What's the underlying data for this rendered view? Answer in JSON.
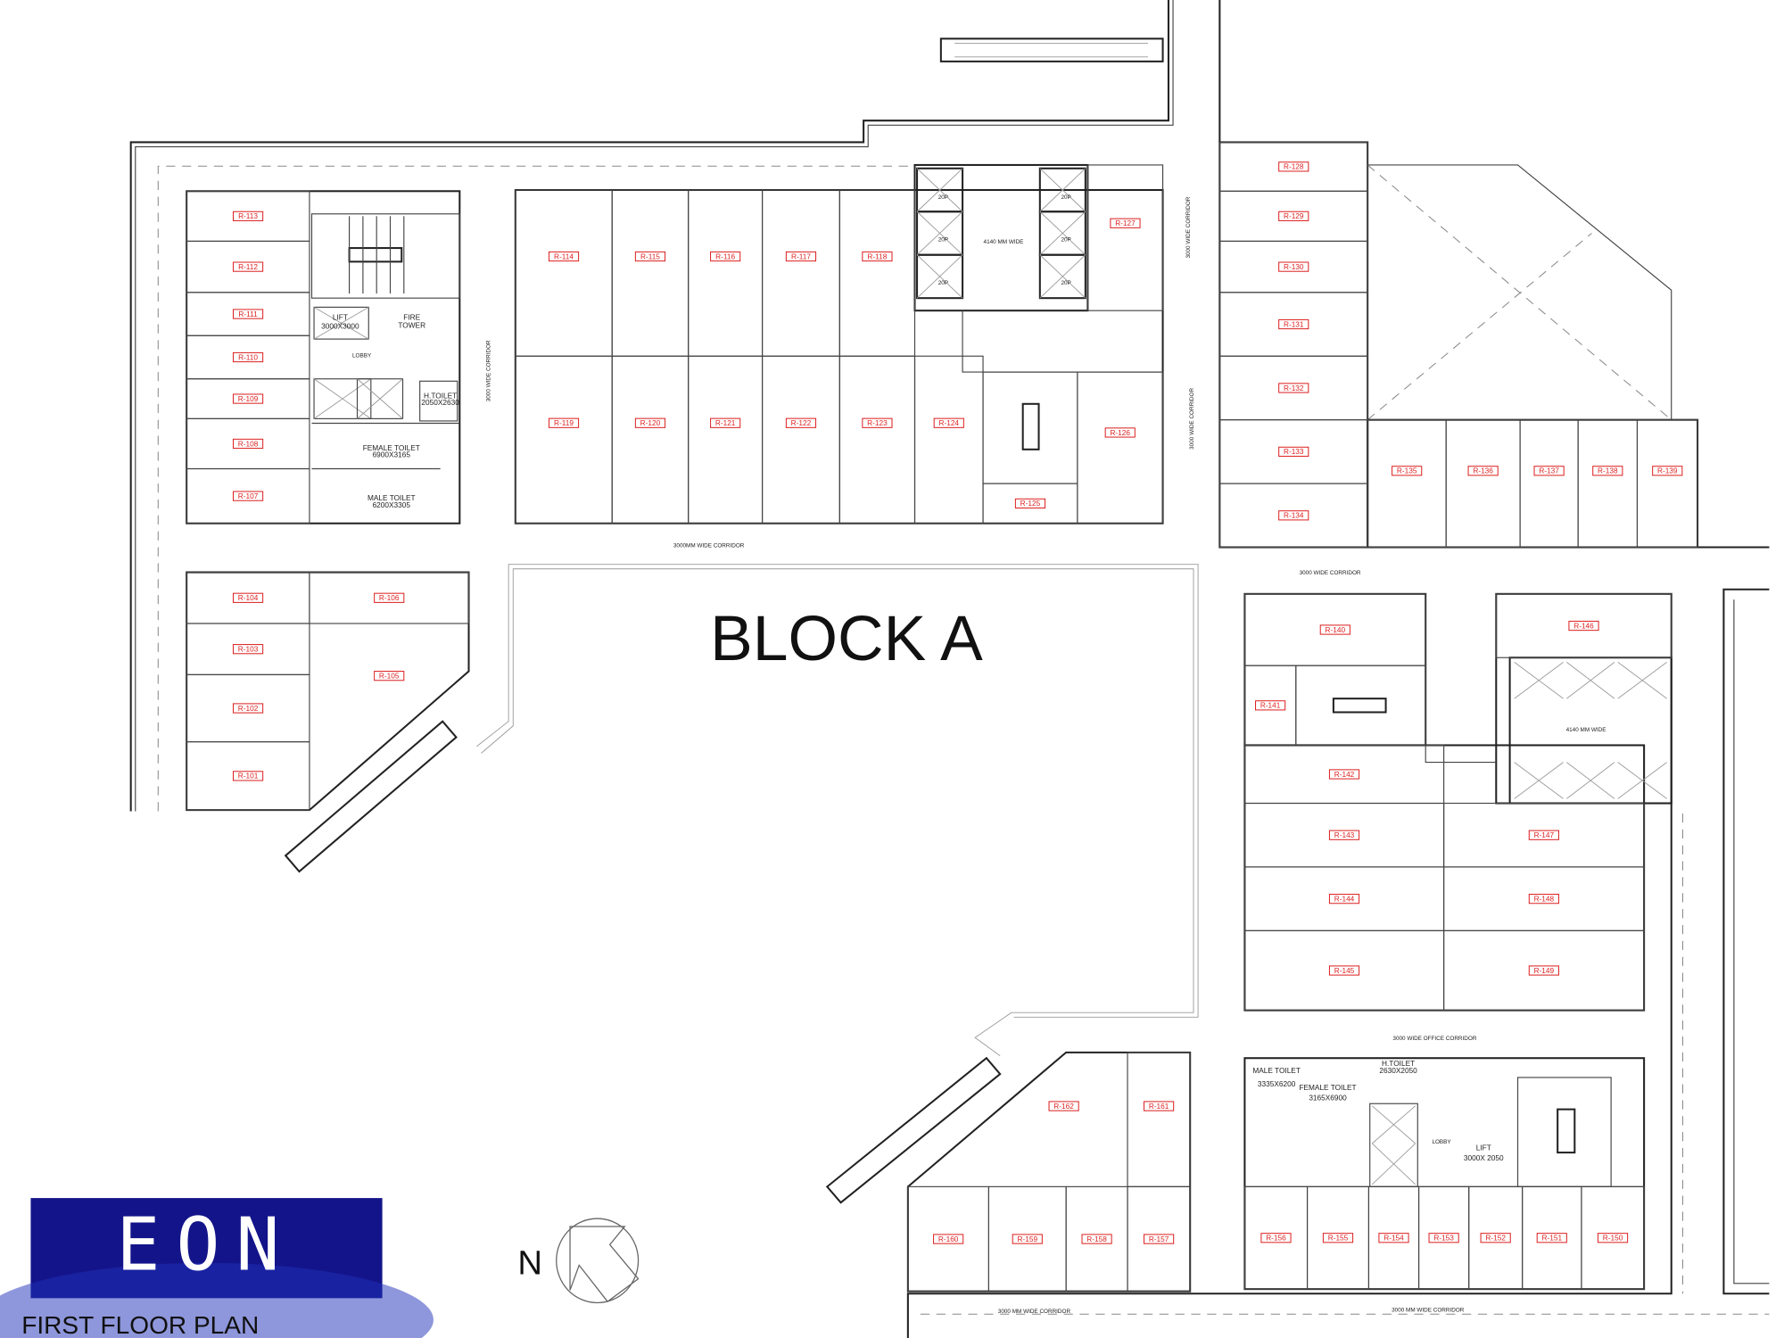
{
  "block_title": "BLOCK A",
  "plan_title": "FIRST FLOOR PLAN",
  "logo_text": "EON",
  "north_label": "N",
  "colors": {
    "room_label": "#dd2222",
    "logo_bg": "#14148a",
    "walls": "#222222"
  },
  "rooms": [
    "R-101",
    "R-102",
    "R-103",
    "R-104",
    "R-105",
    "R-106",
    "R-107",
    "R-108",
    "R-109",
    "R-110",
    "R-111",
    "R-112",
    "R-113",
    "R-114",
    "R-115",
    "R-116",
    "R-117",
    "R-118",
    "R-119",
    "R-120",
    "R-121",
    "R-122",
    "R-123",
    "R-124",
    "R-125",
    "R-126",
    "R-127",
    "R-128",
    "R-129",
    "R-130",
    "R-131",
    "R-132",
    "R-133",
    "R-134",
    "R-135",
    "R-136",
    "R-137",
    "R-138",
    "R-139",
    "R-140",
    "R-141",
    "R-142",
    "R-143",
    "R-144",
    "R-145",
    "R-146",
    "R-147",
    "R-148",
    "R-149",
    "R-150",
    "R-151",
    "R-152",
    "R-153",
    "R-154",
    "R-155",
    "R-156",
    "R-157",
    "R-158",
    "R-159",
    "R-160",
    "R-161",
    "R-162"
  ],
  "corridors": {
    "top_middle": "3000MM WIDE CORRIDOR",
    "right_top": "3000 WIDE CORRIDOR",
    "office": "3000 WIDE OFFICE CORRIDOR",
    "bottom_left": "3000 MM WIDE CORRIDOR",
    "bottom_right": "3000 MM WIDE CORRIDOR",
    "vertical_left": "3000 WIDE CORRIDOR",
    "vertical_right_1": "3000 WIDE CORRIDOR",
    "vertical_right_2": "3000 WIDE CORRIDOR"
  },
  "services": {
    "lift_left": "LIFT",
    "lift_left_size": "3000X3000",
    "fire_tower_1": "FIRE",
    "fire_tower_2": "TOWER",
    "lobby_left": "LOBBY",
    "h_toilet_left": "H.TOILET",
    "h_toilet_left_size": "2050X2630",
    "female_toilet_left": "FEMALE TOILET",
    "female_toilet_left_size": "6900X3165",
    "male_toilet_left": "MALE TOILET",
    "male_toilet_left_size": "6200X3305",
    "lift_lobby_width": "4140 MM WIDE",
    "lift_capacity": "20P",
    "male_toilet_right": "MALE TOILET",
    "male_toilet_right_size": "3335X6200",
    "female_toilet_right": "FEMALE TOILET",
    "female_toilet_right_size": "3165X6900",
    "h_toilet_right": "H.TOILET",
    "h_toilet_right_size": "2630X2050",
    "lobby_right": "LOBBY",
    "lift_right": "LIFT",
    "lift_right_size": "3000X 2050"
  }
}
